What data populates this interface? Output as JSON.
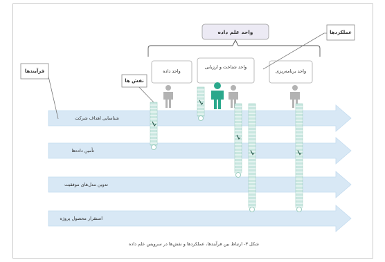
{
  "diagram": {
    "header_box": "واحد علم داده",
    "actors_label": "عملکردها",
    "roles_label": "نقش ها",
    "processes_label": "فرآیندها",
    "units": [
      "واحد داده",
      "واحد شناخت و ارزیابی",
      "واحد برنامه‌ریزی"
    ],
    "processes": [
      "شناسایی اهداف شرکت",
      "تأمین داده‌ها",
      "تدوین مدل‌های موفقیت",
      "استقرار محصول پروژه"
    ],
    "caption": "شکل ۳- ارتباط بین فرآیندها، عملکردها و نقش‌ها در سرویس علم داده",
    "colors": {
      "arrow": "#d8e8f5",
      "arrow_edge": "#b9d3ea",
      "person_gray": "#b3b3b3",
      "person_teal": "#2aa88c",
      "ladder": "#c9e7e0"
    }
  }
}
